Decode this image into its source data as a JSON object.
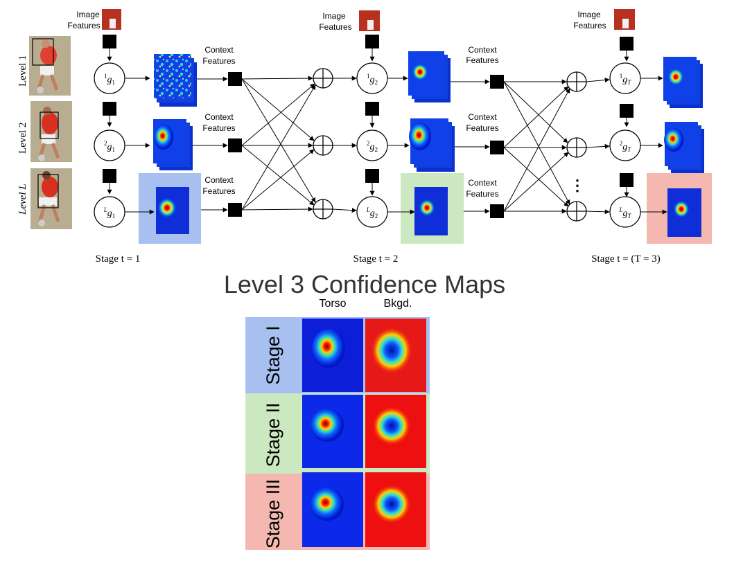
{
  "diagram": {
    "levels": [
      {
        "label": "Level 1"
      },
      {
        "label": "Level 2"
      },
      {
        "label": "Level L"
      }
    ],
    "image_features_label": [
      "Image",
      "Features"
    ],
    "context_features_label": [
      "Context",
      "Features"
    ],
    "stages": [
      {
        "label": "Stage t = 1",
        "nodes": [
          "1g1",
          "2g1",
          "Lg1"
        ]
      },
      {
        "label": "Stage t = 2",
        "nodes": [
          "1g2",
          "2g2",
          "Lg2"
        ]
      },
      {
        "label": "Stage t = (T = 3)",
        "nodes": [
          "1gT",
          "2gT",
          "LgT"
        ]
      }
    ],
    "highlight_colors": {
      "stage1": "#a8c0f0",
      "stage2": "#cce8c0",
      "stage3": "#f4b8b0"
    },
    "continuation_marker": "⋮"
  },
  "confidence_maps": {
    "title": "Level 3 Confidence Maps",
    "columns": [
      "Torso",
      "Bkgd."
    ],
    "rows": [
      {
        "label": "Stage I",
        "color": "#a8c0f0"
      },
      {
        "label": "Stage II",
        "color": "#cce8c0"
      },
      {
        "label": "Stage III",
        "color": "#f4b8b0"
      }
    ]
  }
}
